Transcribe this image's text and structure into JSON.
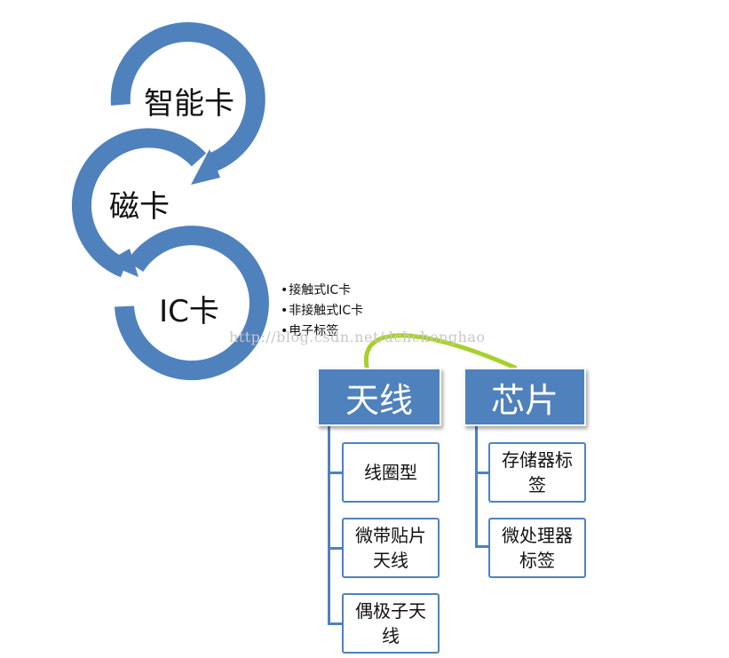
{
  "rings": [
    {
      "label": "智能卡"
    },
    {
      "label": "磁卡"
    },
    {
      "label": "IC卡"
    }
  ],
  "ic_card_types": [
    "接触式IC卡",
    "非接触式IC卡",
    "电子标签"
  ],
  "watermark": "http://blog.csdn.net/dchchenghao",
  "hierarchy": {
    "antenna": {
      "title": "天线",
      "children": [
        "线圈型",
        "微带贴片天线",
        "偶极子天线"
      ]
    },
    "chip": {
      "title": "芯片",
      "children": [
        "存储器标签",
        "微处理器标签"
      ]
    }
  },
  "colors": {
    "ring": "#4f81bd",
    "head_box": "#4f81bd",
    "connector": "#a8d02a"
  }
}
